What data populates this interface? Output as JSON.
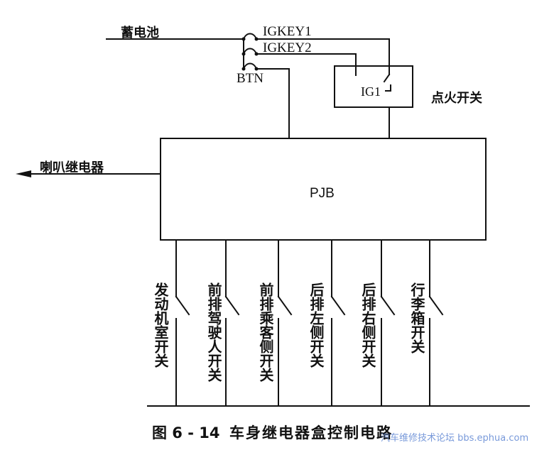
{
  "labels": {
    "battery": "蓄电池",
    "igkey1": "IGKEY1",
    "igkey2": "IGKEY2",
    "btn": "BTN",
    "ig1": "IG1",
    "ignition_switch": "点火开关",
    "horn_relay": "喇叭继电器",
    "pjb": "PJB"
  },
  "switches": [
    {
      "label": "发动机室开关"
    },
    {
      "label": "前排驾驶人开关"
    },
    {
      "label": "前排乘客侧开关"
    },
    {
      "label": "后排左侧开关"
    },
    {
      "label": "后排右侧开关"
    },
    {
      "label": "行李箱开关"
    }
  ],
  "caption": {
    "number": "图 6 - 14",
    "title": "车身继电器盒控制电路"
  },
  "watermark": "汽车维修技术论坛 bbs.ephua.com",
  "colors": {
    "line": "#111111",
    "watermark": "#6a8fd6"
  }
}
